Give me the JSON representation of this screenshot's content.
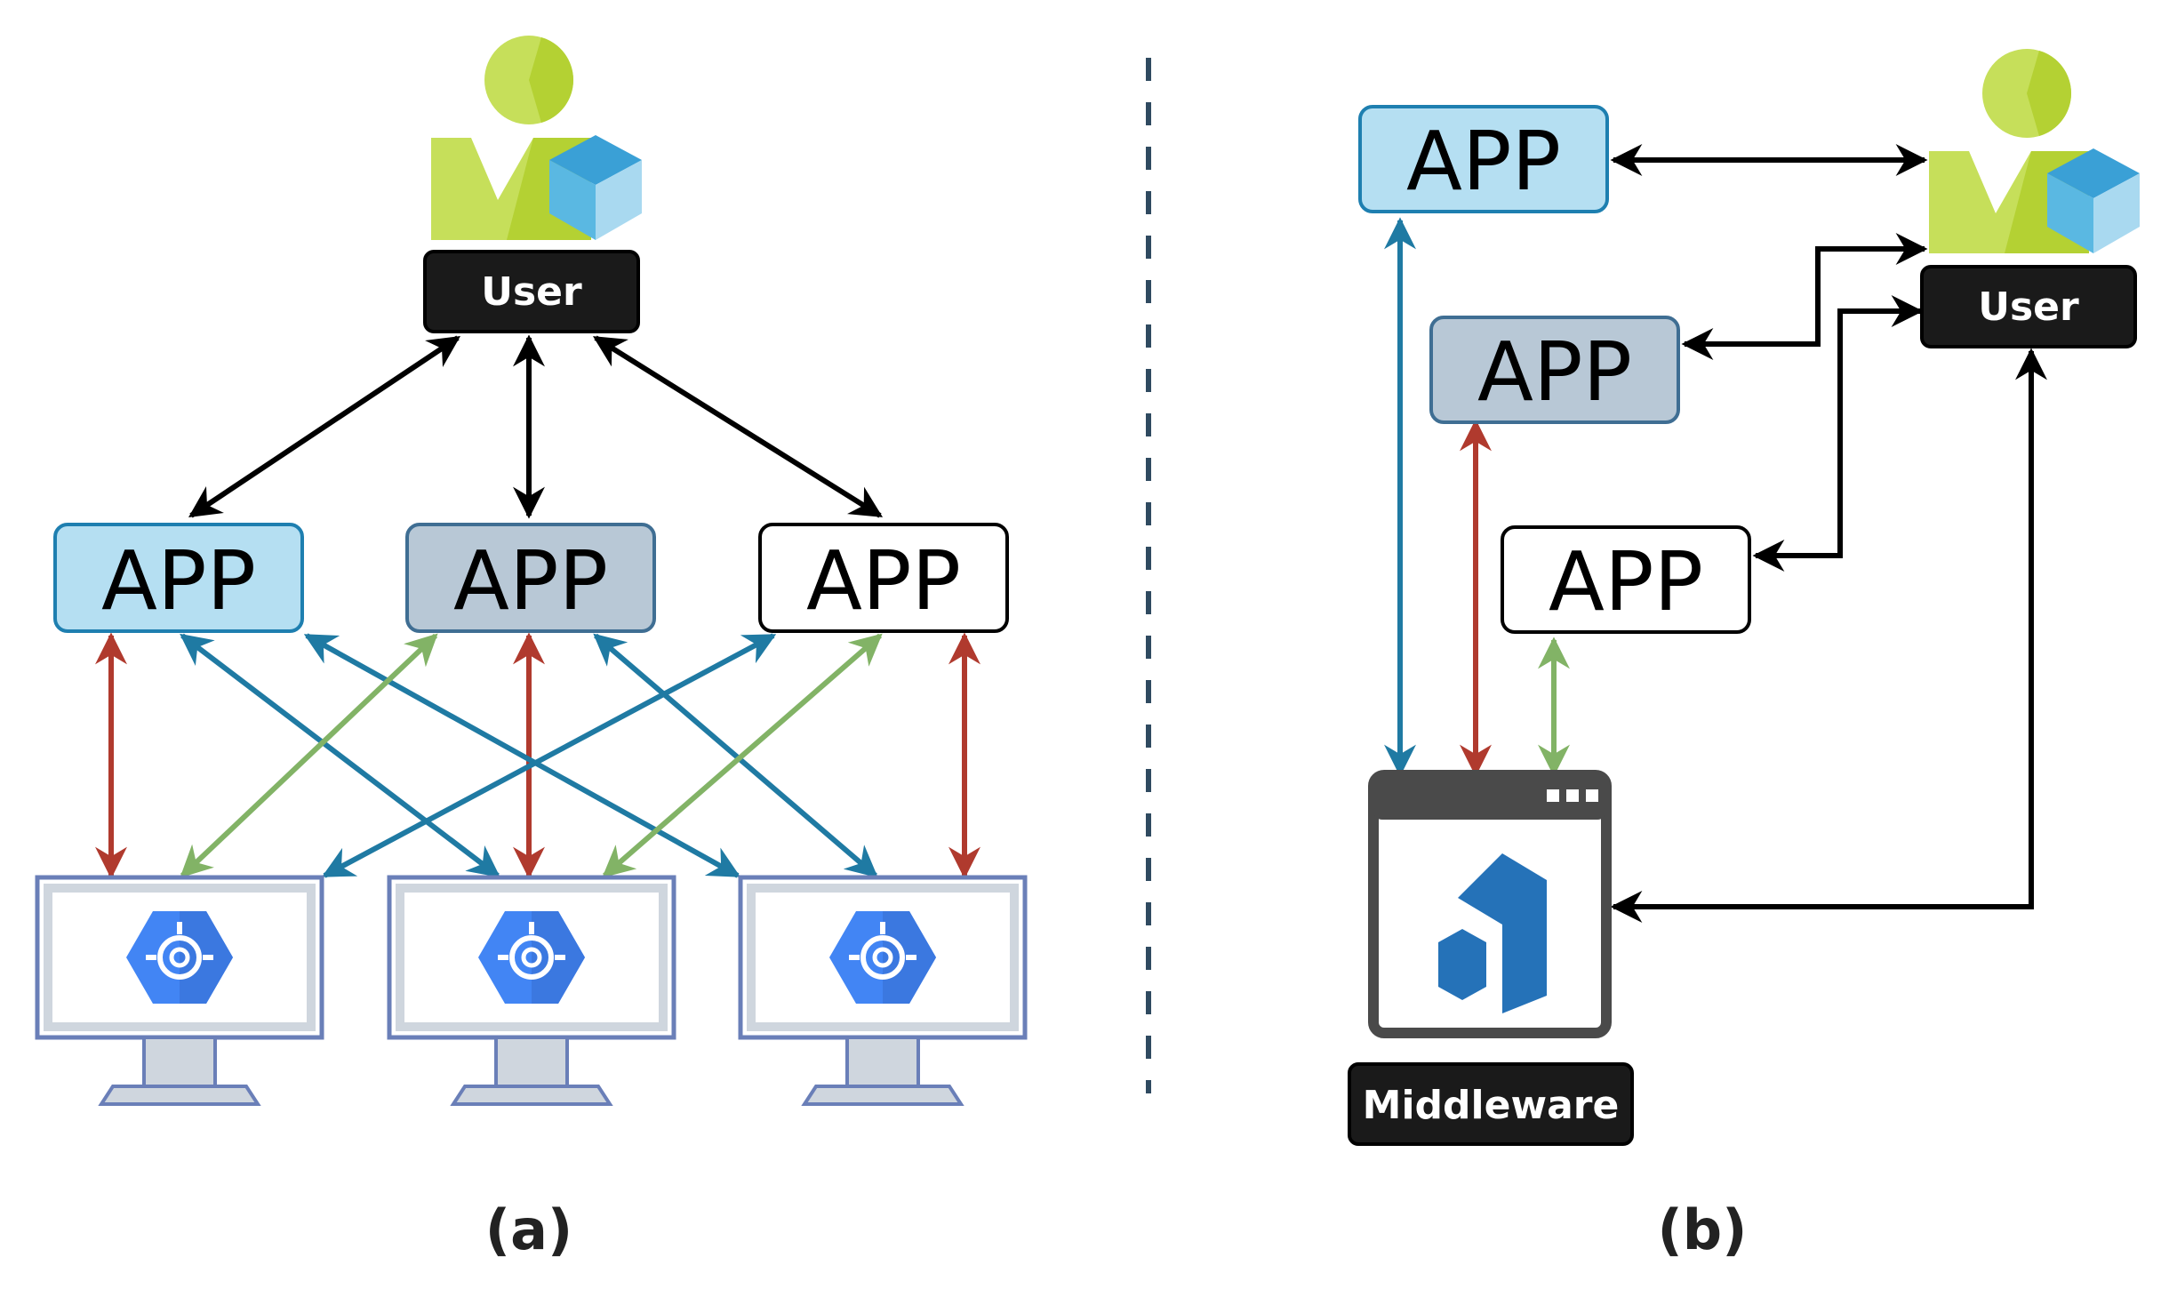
{
  "panel_a": {
    "user_label": "User",
    "apps": [
      {
        "label": "APP"
      },
      {
        "label": "APP"
      },
      {
        "label": "APP"
      }
    ],
    "caption": "(a)"
  },
  "panel_b": {
    "user_label": "User",
    "apps": [
      {
        "label": "APP"
      },
      {
        "label": "APP"
      },
      {
        "label": "APP"
      }
    ],
    "middleware_label": "Middleware",
    "caption": "(b)"
  },
  "colors": {
    "app_light_blue": "#b5dff2",
    "app_gray_blue": "#b8c8d6",
    "app_white": "#ffffff",
    "app_border_blue": "#1e7fb0",
    "link_black": "#000000",
    "link_red": "#b03a2e",
    "link_blue": "#1f7aa3",
    "link_green": "#82b366",
    "user_green": "#c6df5a",
    "middleware_blue": "#2572b8",
    "divider": "#2f4a60"
  },
  "icons": {
    "user": "user-with-cube-icon",
    "monitor": "monitor-with-hexagon-icon",
    "middleware": "middleware-window-icon"
  }
}
